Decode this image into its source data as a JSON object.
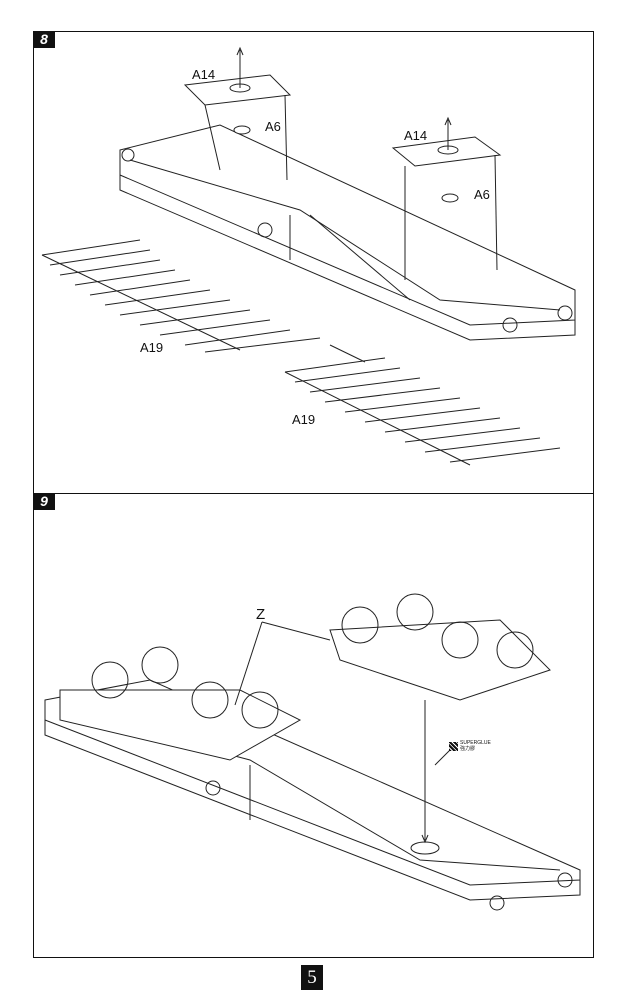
{
  "steps": [
    {
      "number": "8",
      "labels": {
        "a14_left": "A14",
        "a6_left": "A6",
        "a14_right": "A14",
        "a6_right": "A6",
        "a19_left": "A19",
        "a19_right": "A19"
      }
    },
    {
      "number": "9",
      "labels": {
        "z": "Z"
      },
      "glue": {
        "brand": "SUPERGLUE",
        "cn": "強力膠"
      }
    }
  ],
  "page_number": "5"
}
